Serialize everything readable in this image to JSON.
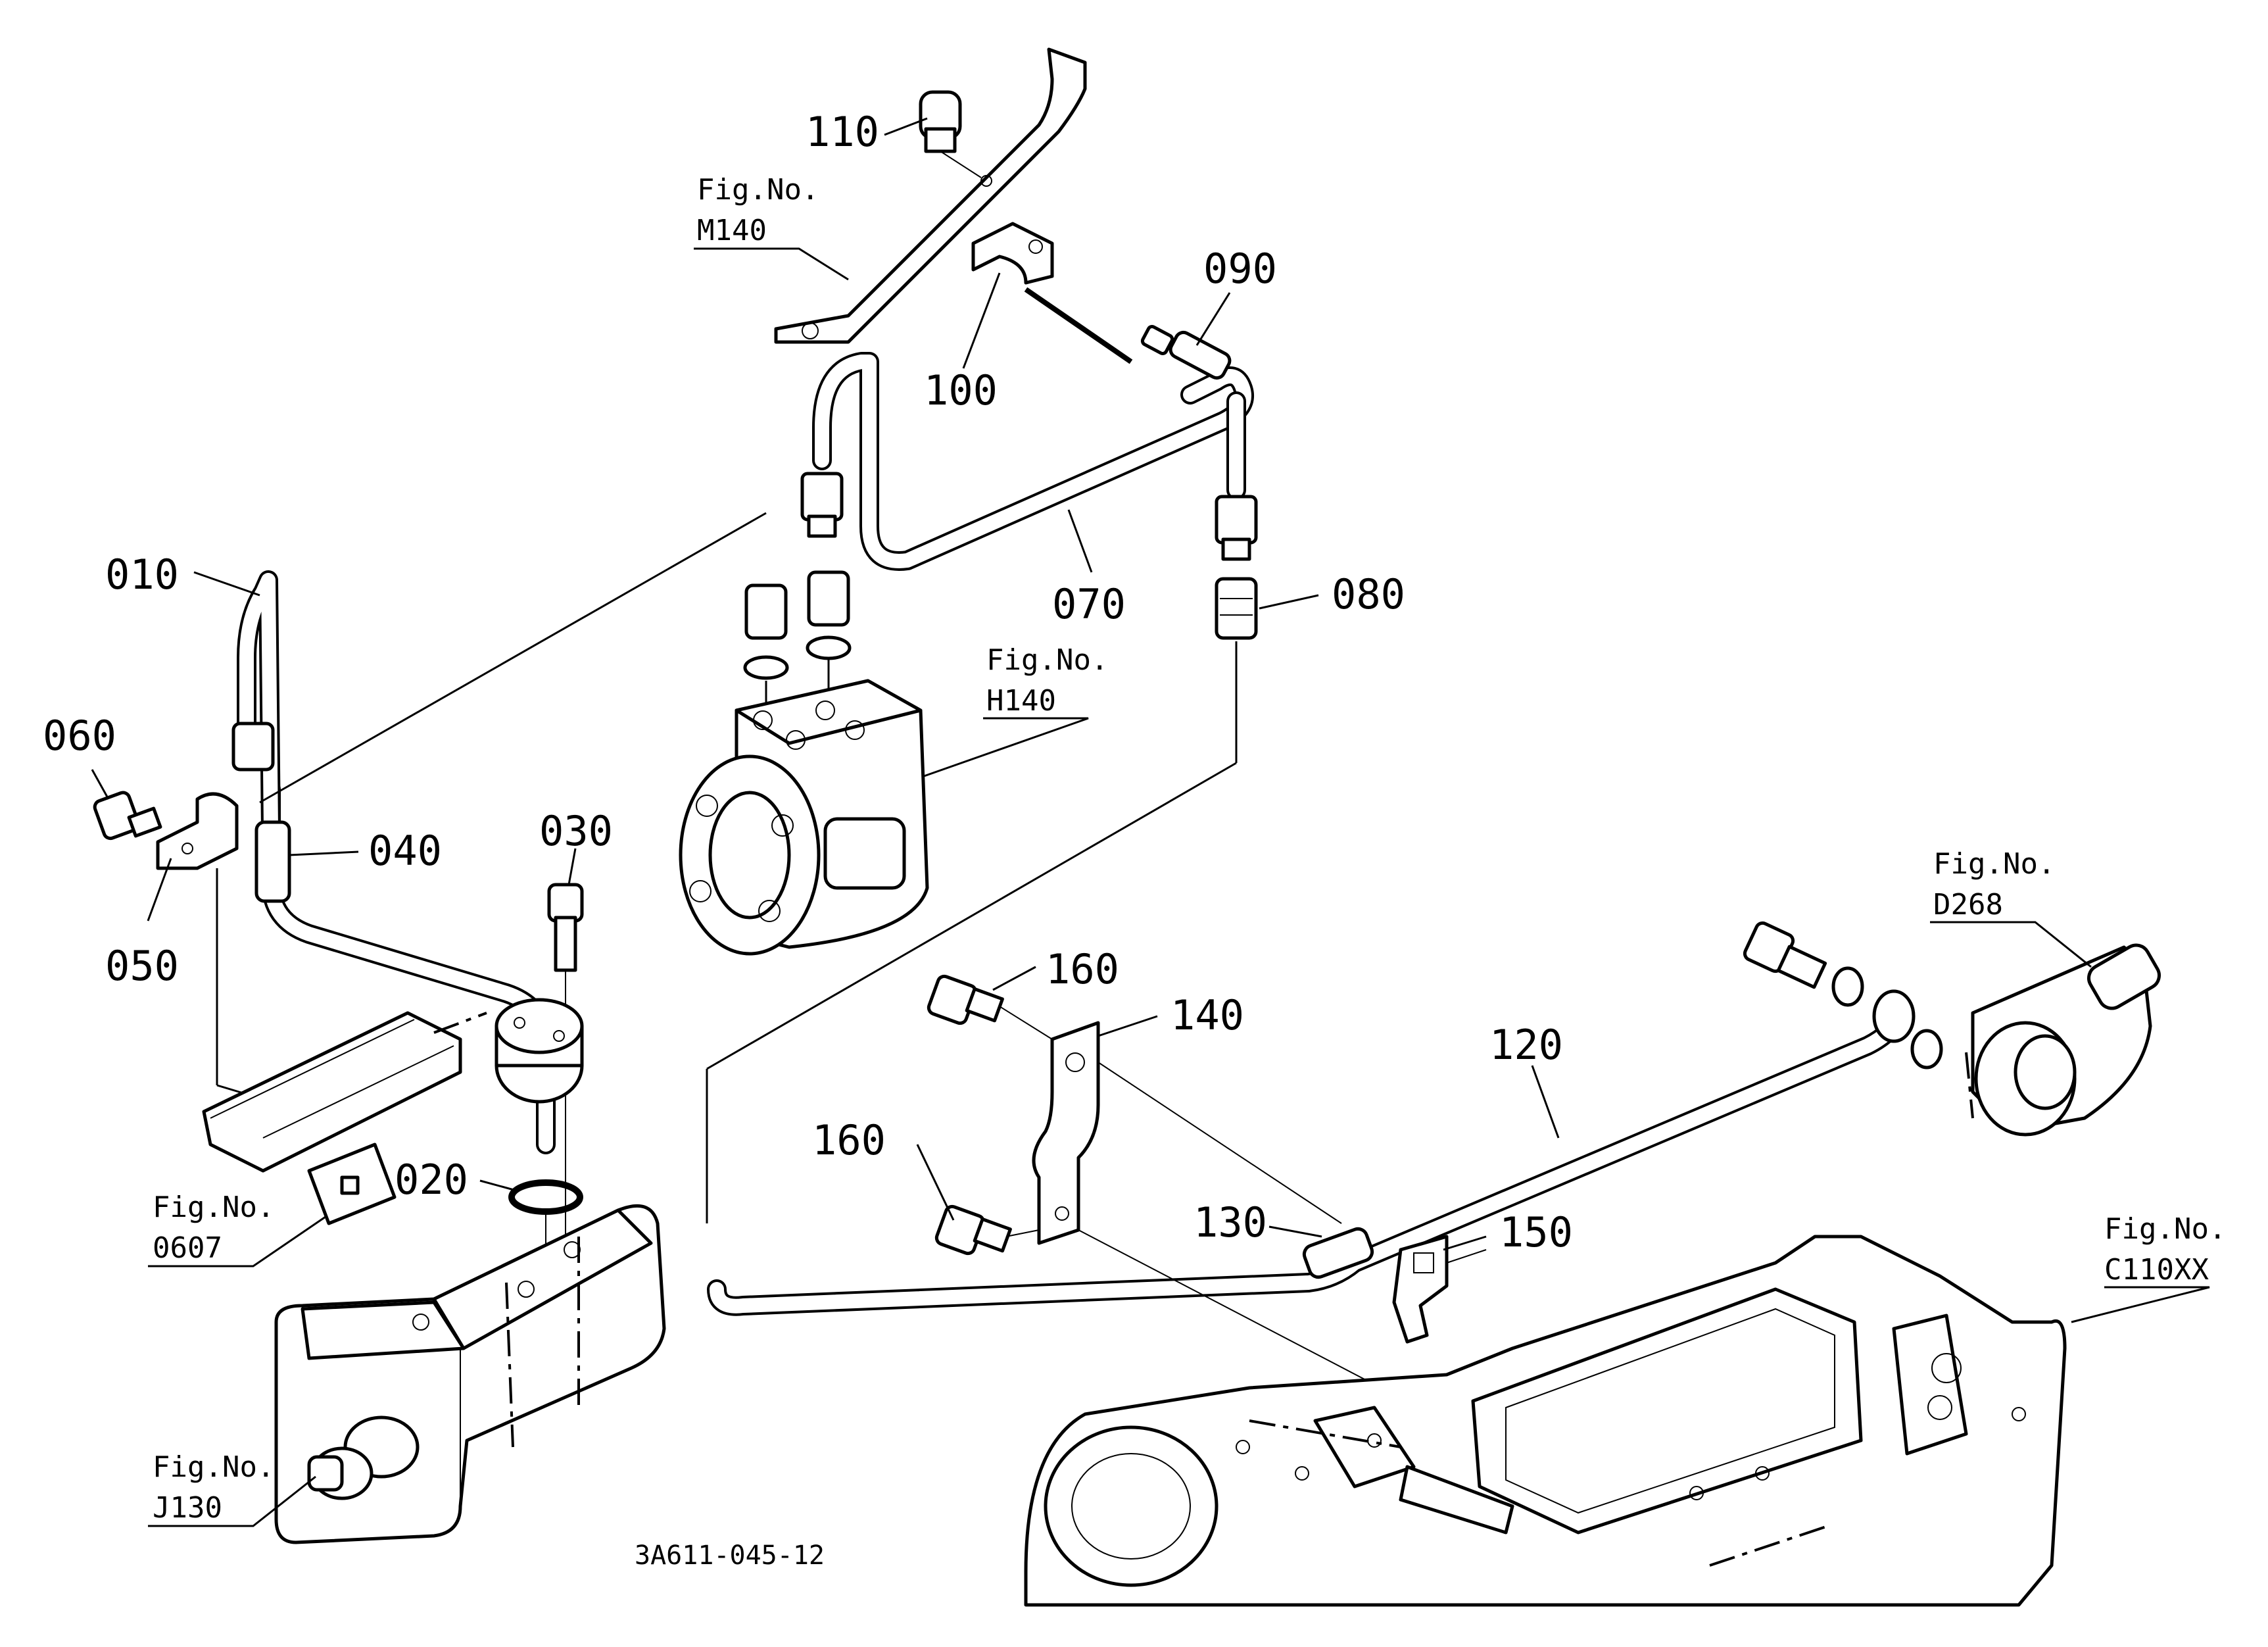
{
  "parts": {
    "p010": "010",
    "p020": "020",
    "p030": "030",
    "p040": "040",
    "p050": "050",
    "p060": "060",
    "p070": "070",
    "p080": "080",
    "p090": "090",
    "p100": "100",
    "p110": "110",
    "p120": "120",
    "p130": "130",
    "p140": "140",
    "p150": "150",
    "p160a": "160",
    "p160b": "160"
  },
  "fig_refs": {
    "prefix": "Fig.No.",
    "m140": "M140",
    "h140": "H140",
    "d268": "D268",
    "c110xx": "C110XX",
    "f0607": "0607",
    "j130": "J130"
  },
  "drawing_code": "3A611-045-12"
}
